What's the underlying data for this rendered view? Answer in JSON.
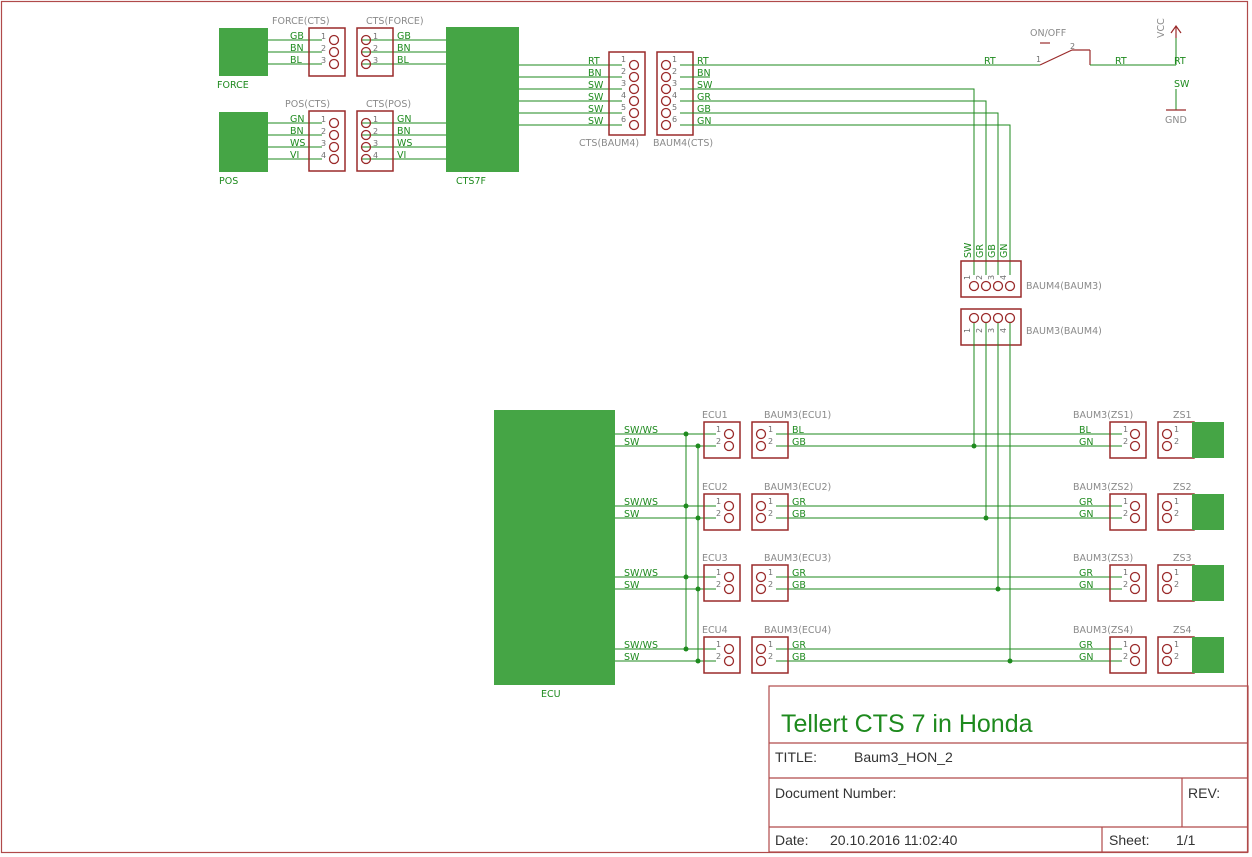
{
  "schematic": {
    "title_block": {
      "heading": "Tellert CTS 7 in Honda",
      "title_label": "TITLE:",
      "title_value": "Baum3_HON_2",
      "docnum_label": "Document Number:",
      "rev_label": "REV:",
      "date_label": "Date:",
      "date_value": "20.10.2016 11:02:40",
      "sheet_label": "Sheet:",
      "sheet_value": "1/1"
    },
    "parts": {
      "force": "FORCE",
      "pos": "POS",
      "cts7f": "CTS7F",
      "ecu": "ECU",
      "force_cts": "FORCE(CTS)",
      "cts_force": "CTS(FORCE)",
      "pos_cts": "POS(CTS)",
      "cts_pos": "CTS(POS)",
      "cts_baum4": "CTS(BAUM4)",
      "baum4_cts": "BAUM4(CTS)",
      "baum4_baum3": "BAUM4(BAUM3)",
      "baum3_baum4": "BAUM3(BAUM4)",
      "onoff": "ON/OFF",
      "vcc": "VCC",
      "gnd": "GND"
    },
    "force_wires": [
      "GB",
      "BN",
      "BL"
    ],
    "pos_wires": [
      "GN",
      "BN",
      "WS",
      "VI"
    ],
    "cts_wires": [
      "RT",
      "BN",
      "SW",
      "SW",
      "SW",
      "SW"
    ],
    "baum4_wires": [
      "RT",
      "BN",
      "SW",
      "GR",
      "GB",
      "GN"
    ],
    "vert_wires": [
      "SW",
      "GR",
      "GB",
      "GN"
    ],
    "power_net_rt": "RT",
    "power_net_sw": "SW",
    "ecu_rows": [
      {
        "ecu_net_a": "SW/WS",
        "ecu_net_b": "SW",
        "conn": "ECU1",
        "harness": "BAUM3(ECU1)",
        "left_a": "BL",
        "left_b": "GB",
        "right_a": "BL",
        "right_b": "GN",
        "zs_harness": "BAUM3(ZS1)",
        "zs": "ZS1"
      },
      {
        "ecu_net_a": "SW/WS",
        "ecu_net_b": "SW",
        "conn": "ECU2",
        "harness": "BAUM3(ECU2)",
        "left_a": "GR",
        "left_b": "GB",
        "right_a": "GR",
        "right_b": "GN",
        "zs_harness": "BAUM3(ZS2)",
        "zs": "ZS2"
      },
      {
        "ecu_net_a": "SW/WS",
        "ecu_net_b": "SW",
        "conn": "ECU3",
        "harness": "BAUM3(ECU3)",
        "left_a": "GR",
        "left_b": "GB",
        "right_a": "GR",
        "right_b": "GN",
        "zs_harness": "BAUM3(ZS3)",
        "zs": "ZS3"
      },
      {
        "ecu_net_a": "SW/WS",
        "ecu_net_b": "SW",
        "conn": "ECU4",
        "harness": "BAUM3(ECU4)",
        "left_a": "GR",
        "left_b": "GB",
        "right_a": "GR",
        "right_b": "GN",
        "zs_harness": "BAUM3(ZS4)",
        "zs": "ZS4"
      }
    ],
    "colors": {
      "wire": "#1e8a1e",
      "component_fill": "#45a545",
      "connector": "#9a2a2a",
      "frame": "#b04a4a"
    }
  }
}
